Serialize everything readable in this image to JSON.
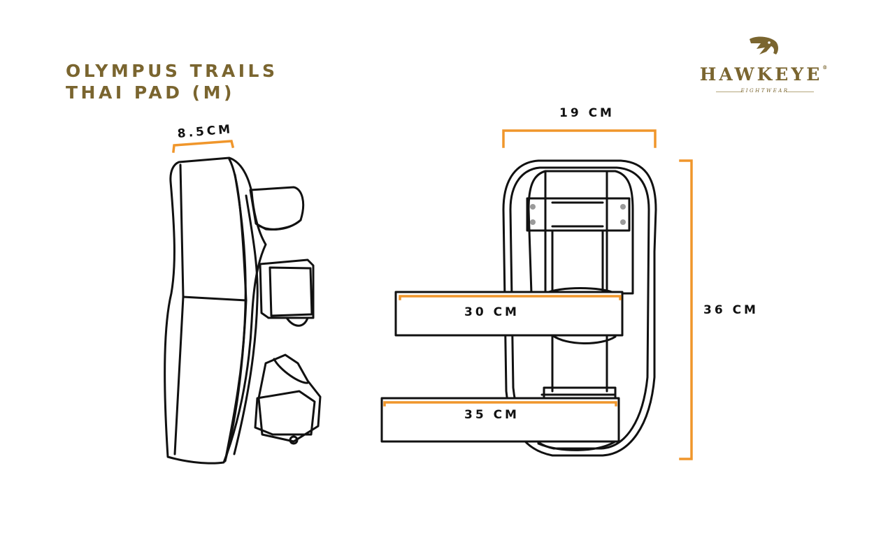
{
  "title": {
    "line1": "OLYMPUS TRAILS",
    "line2": "THAI PAD (M)"
  },
  "brand": {
    "name": "HAWKEYE",
    "registered": "®",
    "tagline": "FIGHTWEAR"
  },
  "dimensions": {
    "thickness": "8.5CM",
    "width": "19 CM",
    "height": "36 CM",
    "upper_strap": "30 CM",
    "lower_strap": "35 CM"
  },
  "colors": {
    "brand": "#7a652f",
    "dimension_line": "#f0962b",
    "outline": "#111111"
  },
  "icons": {
    "logo": "hawk-head-icon"
  }
}
